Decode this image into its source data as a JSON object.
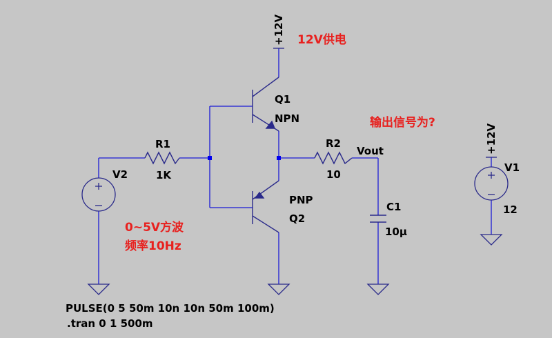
{
  "colors": {
    "background": "#c6c6c6",
    "wire": "#1b1bd6",
    "component": "#2a2a8a",
    "junction": "#0000ee",
    "annotation": "#e8201e",
    "text": "#000000"
  },
  "rails": {
    "top": "+12V",
    "v1_flag": "+12V"
  },
  "components": {
    "q1": {
      "name": "Q1",
      "type": "NPN"
    },
    "q2": {
      "name": "Q2",
      "type": "PNP"
    },
    "r1": {
      "name": "R1",
      "value": "1K"
    },
    "r2": {
      "name": "R2",
      "value": "10"
    },
    "c1": {
      "name": "C1",
      "value": "10µ"
    },
    "v1": {
      "name": "V1",
      "value": "12"
    },
    "v2": {
      "name": "V2"
    }
  },
  "nets": {
    "output": "Vout"
  },
  "annotations": {
    "supply": "12V供电",
    "question": "输出信号为?",
    "wave_line1": "0~5V方波",
    "wave_line2": "频率10Hz"
  },
  "directives": {
    "pulse": "PULSE(0 5 50m 10n 10n 50m 100m)",
    "tran": ".tran 0 1 500m"
  }
}
